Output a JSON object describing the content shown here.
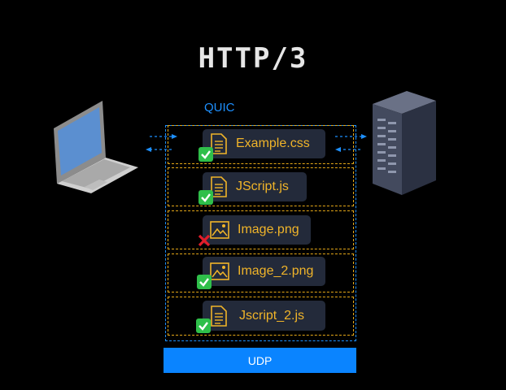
{
  "title": "HTTP/3",
  "protocol_label": "QUIC",
  "transport_label": "UDP",
  "colors": {
    "background": "#000000",
    "quic_border": "#1e90ff",
    "lane_border": "#e6a817",
    "file_text": "#f0b429",
    "card_bg": "#232a3a",
    "udp_bar": "#0a84ff"
  },
  "files": [
    {
      "name": "Example.css",
      "icon": "document-icon",
      "status": "success"
    },
    {
      "name": "JScript.js",
      "icon": "document-icon",
      "status": "success"
    },
    {
      "name": "Image.png",
      "icon": "image-icon",
      "status": "failed"
    },
    {
      "name": "Image_2.png",
      "icon": "image-icon",
      "status": "success"
    },
    {
      "name": "Jscript_2.js",
      "icon": "document-icon",
      "status": "success"
    }
  ],
  "client_icon": "laptop-icon",
  "server_icon": "server-icon"
}
